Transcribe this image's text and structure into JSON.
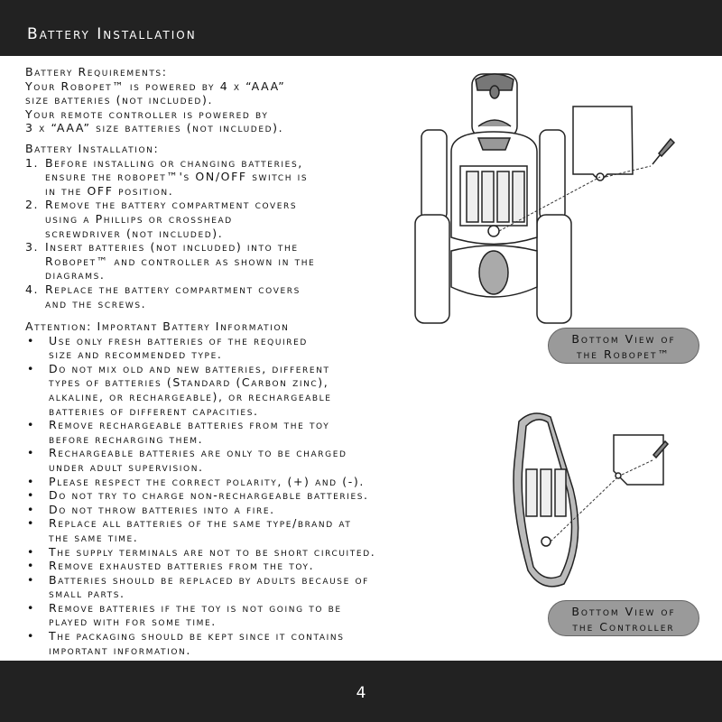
{
  "header": {
    "title": "Battery Installation"
  },
  "requirements": {
    "heading": "Battery Requirements:",
    "lines": [
      "Your Robopet™ is powered by 4 x “AAA”",
      "size batteries (not included).",
      "Your remote controller is powered by",
      "3 x “AAA” size batteries (not included)."
    ]
  },
  "installation": {
    "heading": "Battery Installation:",
    "steps": [
      {
        "num": "1.",
        "lines": [
          "Before installing or changing batteries,",
          "ensure the robopet™'s ON/OFF switch is",
          "in the OFF position."
        ]
      },
      {
        "num": "2.",
        "lines": [
          "Remove the battery compartment covers",
          "using a Phillips or crosshead",
          "screwdriver (not included)."
        ]
      },
      {
        "num": "3.",
        "lines": [
          "Insert batteries (not included) into the",
          "Robopet™ and controller as shown in the",
          "diagrams."
        ]
      },
      {
        "num": "4.",
        "lines": [
          "Replace the battery compartment covers",
          "and the screws."
        ]
      }
    ]
  },
  "attention": {
    "heading": "Attention: Important Battery Information",
    "bullets": [
      [
        "Use only fresh batteries of the required",
        "size and recommended type."
      ],
      [
        "Do not mix old and new batteries, different",
        "types of batteries (Standard (Carbon zinc),",
        "alkaline, or rechargeable), or rechargeable",
        "batteries of different capacities."
      ],
      [
        "Remove rechargeable batteries from the toy",
        "before recharging them."
      ],
      [
        "Rechargeable batteries are only to be charged",
        "under adult supervision."
      ],
      [
        "Please respect the correct polarity, (+) and (-)."
      ],
      [
        "Do not try to charge non-rechargeable batteries."
      ],
      [
        "Do not throw batteries into a fire."
      ],
      [
        "Replace all batteries of the same type/brand at",
        "the same time."
      ],
      [
        "The supply terminals are not to be short circuited."
      ],
      [
        "Remove exhausted batteries from the toy."
      ],
      [
        "Batteries should be replaced by adults because of",
        "small parts."
      ],
      [
        "Remove batteries if the toy is not going to be",
        "played with for some time."
      ],
      [
        "The packaging should be kept since it contains",
        "important information."
      ]
    ]
  },
  "captions": {
    "robopet": [
      "Bottom View of",
      "the Robopet™"
    ],
    "controller": [
      "Bottom View of",
      "the Controller"
    ]
  },
  "footer": {
    "page_number": "4"
  }
}
